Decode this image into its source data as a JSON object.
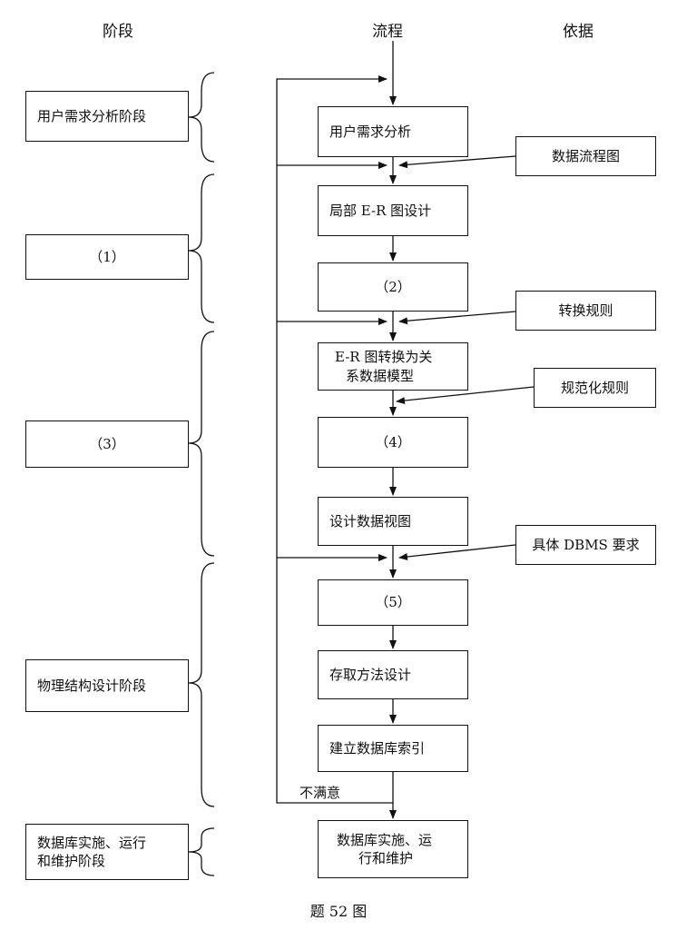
{
  "headers": {
    "stage": "阶段",
    "flow": "流程",
    "basis": "依据"
  },
  "stages": [
    "用户需求分析阶段",
    "（1）",
    "（3）",
    "物理结构设计阶段",
    "数据库实施、运行和维护阶段"
  ],
  "stage_last_lines": [
    "数据库实施、运行",
    "和维护阶段"
  ],
  "flow": {
    "s1": "用户需求分析",
    "s2": "局部 E-R 图设计",
    "s3": "（2）",
    "s4_line1": "E-R 图转换为关",
    "s4_line2": "系数据模型",
    "s5": "（4）",
    "s6": "设计数据视图",
    "s7": "（5）",
    "s8": "存取方法设计",
    "s9": "建立数据库索引",
    "s10_line1": "数据库实施、运",
    "s10_line2": "行和维护"
  },
  "basis": [
    "数据流程图",
    "转换规则",
    "规范化规则",
    "具体 DBMS 要求"
  ],
  "feedback_label": "不满意",
  "caption": "题 52 图"
}
